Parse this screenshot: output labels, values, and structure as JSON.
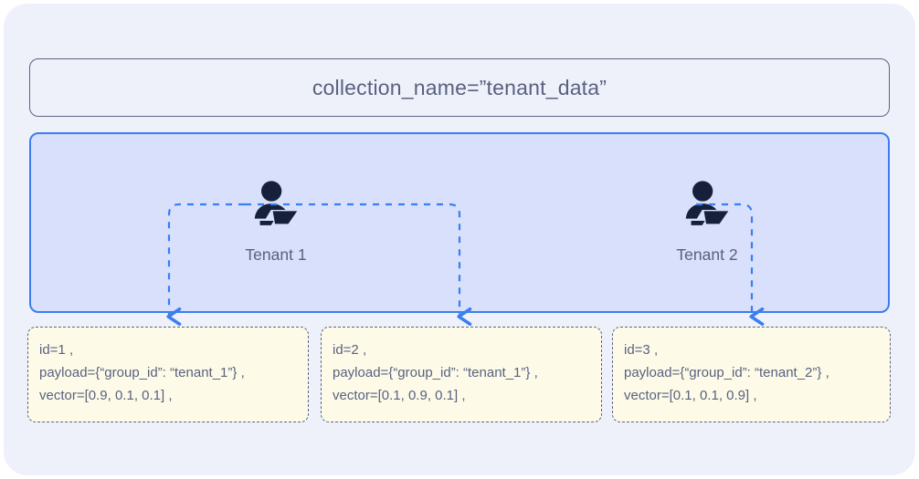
{
  "diagram": {
    "title_box": {
      "label": "collection_name=”tenant_data”"
    },
    "tenant_panel": {
      "tenants": [
        {
          "icon": "person-at-laptop-icon",
          "label": "Tenant 1"
        },
        {
          "icon": "person-at-laptop-icon",
          "label": "Tenant 2"
        }
      ]
    },
    "points": [
      {
        "id_line": "id=1 ,",
        "payload_line": "payload={“group_id”: “tenant_1”} ,",
        "vector_line": "vector=[0.9, 0.1, 0.1] ,"
      },
      {
        "id_line": "id=2 ,",
        "payload_line": "payload={“group_id”: “tenant_1”} ,",
        "vector_line": "vector=[0.1, 0.9, 0.1] ,"
      },
      {
        "id_line": "id=3 ,",
        "payload_line": "payload={“group_id”: “tenant_2”} ,",
        "vector_line": "vector=[0.1, 0.1, 0.9] ,"
      }
    ],
    "colors": {
      "page_background": "#ffffff",
      "outer_panel": "#eef1fa",
      "tenant_panel_fill": "#d8e0fb",
      "tenant_panel_border": "#3b7ef0",
      "connector": "#3b7ef0",
      "point_box_fill": "#fdfbe8",
      "point_box_border": "#5b6485",
      "text": "#59617f",
      "icon": "#16203a"
    }
  }
}
